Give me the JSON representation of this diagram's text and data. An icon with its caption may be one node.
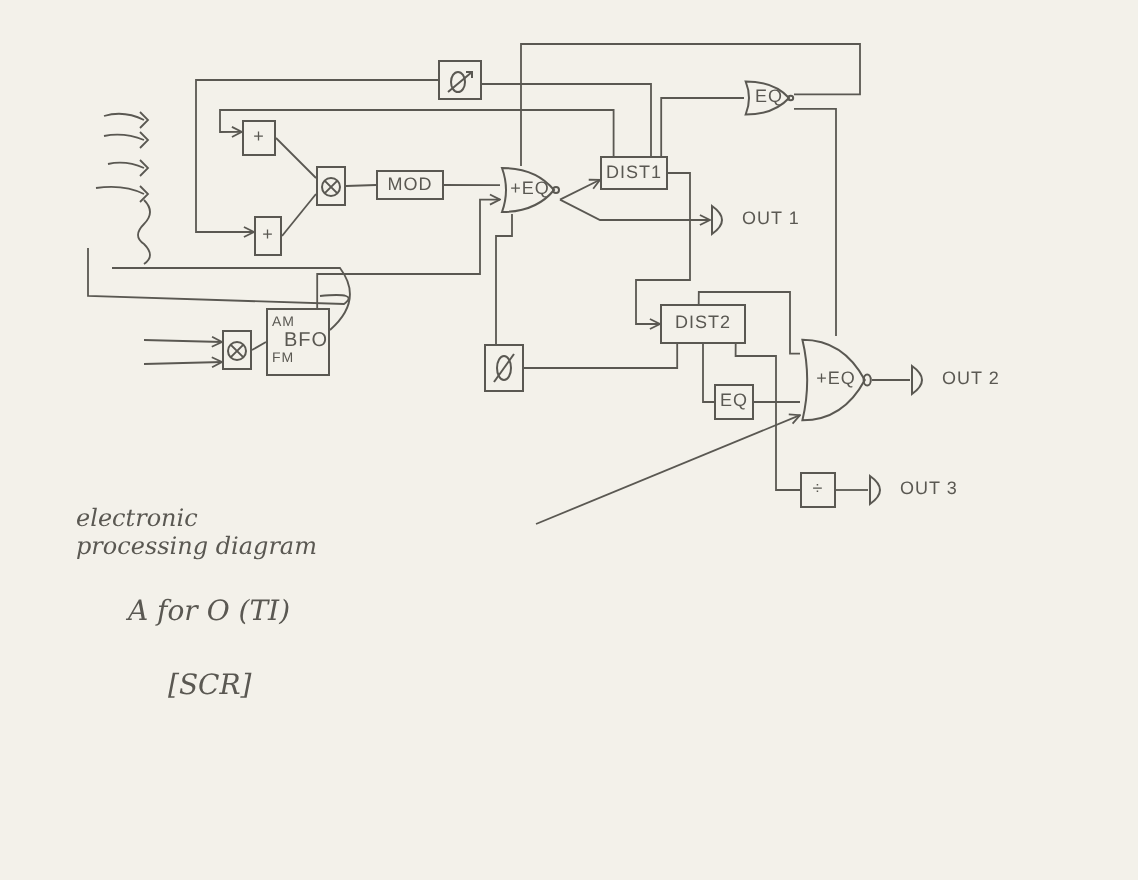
{
  "diagram": {
    "nodes": [
      {
        "text": [
          "+"
        ]
      },
      {
        "text": [
          "+"
        ]
      },
      {
        "text": [],
        "shape": "box"
      },
      {
        "text": [
          "MOD"
        ]
      },
      {
        "text": [],
        "shape": "box"
      },
      {
        "text": [
          "+EQ"
        ]
      },
      {
        "text": [
          "DIST1"
        ]
      },
      {
        "text": [
          "EQ"
        ]
      },
      {
        "text": [
          "OUT 1"
        ]
      },
      {
        "text": [],
        "shape": "box"
      },
      {
        "text": [
          "AM",
          "BFO",
          "FM"
        ]
      },
      {
        "text": [],
        "shape": "box"
      },
      {
        "text": [
          "DIST2"
        ]
      },
      {
        "text": [
          "EQ"
        ]
      },
      {
        "text": [
          "+EQ"
        ]
      },
      {
        "text": [
          "OUT 2"
        ]
      },
      {
        "text": [
          "÷"
        ]
      },
      {
        "text": [
          "OUT 3"
        ]
      }
    ],
    "edges": [
      {
        "from": 0,
        "to": 2,
        "arrow": "none"
      },
      {
        "from": 1,
        "to": 2,
        "arrow": "none"
      },
      {
        "from": 2,
        "to": 3,
        "arrow": "none"
      },
      {
        "from": 3,
        "to": 5,
        "arrow": "none"
      },
      {
        "from": 4,
        "to": 1,
        "arrow": "to"
      },
      {
        "from": 6,
        "to": 0,
        "arrow": "to"
      },
      {
        "from": 4,
        "to": 6,
        "arrow": "none"
      },
      {
        "from": 5,
        "to": 6,
        "arrow": "to"
      },
      {
        "from": 5,
        "to": 8,
        "arrow": "to"
      },
      {
        "from": 6,
        "to": 7,
        "arrow": "none"
      },
      {
        "from": 7,
        "to": 14,
        "arrow": "none"
      },
      {
        "from": 5,
        "to": 7,
        "arrow": "none"
      },
      {
        "from": 6,
        "to": 12,
        "arrow": "to"
      },
      {
        "from": 11,
        "to": 12,
        "arrow": "none"
      },
      {
        "from": 12,
        "to": 13,
        "arrow": "none"
      },
      {
        "from": 13,
        "to": 14,
        "arrow": "none"
      },
      {
        "from": 12,
        "to": 16,
        "arrow": "none"
      },
      {
        "from": 12,
        "to": 14,
        "arrow": "none"
      },
      {
        "from": 14,
        "to": 15,
        "arrow": "none"
      },
      {
        "from": 16,
        "to": 17,
        "arrow": "none"
      },
      {
        "from": 10,
        "to": 5,
        "arrow": "to"
      },
      {
        "from": 11,
        "to": 5,
        "arrow": "none"
      },
      {
        "from": 9,
        "to": 10,
        "arrow": "none"
      },
      {
        "from": null,
        "to": 9,
        "arrow": "to"
      },
      {
        "from": null,
        "to": 9,
        "arrow": "to"
      },
      {
        "from": null,
        "to": 14,
        "arrow": "to"
      }
    ],
    "labels": [
      "electronic processing diagram",
      "A for O (TI)",
      "[SCR]"
    ]
  }
}
